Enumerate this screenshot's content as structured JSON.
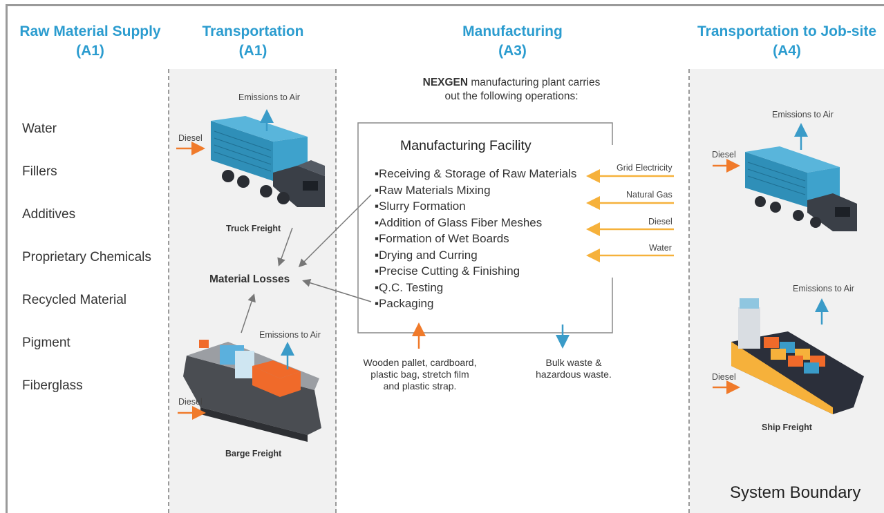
{
  "headers": {
    "a1_supply": [
      "Raw Material Supply",
      "(A1)"
    ],
    "a1_transport": [
      "Transportation",
      "(A1)"
    ],
    "a3": [
      "Manufacturing",
      "(A3)"
    ],
    "a4": [
      "Transportation to Job-site",
      "(A4)"
    ]
  },
  "raw_materials": [
    "Water",
    "Fillers",
    "Additives",
    "Proprietary Chemicals",
    "Recycled Material",
    "Pigment",
    "Fiberglass"
  ],
  "transport_a1": {
    "truck_emissions": "Emissions to Air",
    "truck_diesel": "Diesel",
    "truck_caption": "Truck Freight",
    "material_losses": "Material Losses",
    "barge_emissions": "Emissions to Air",
    "barge_diesel": "Diesel",
    "barge_caption": "Barge Freight"
  },
  "manufacturing": {
    "intro_brand": "NEXGEN",
    "intro_rest": " manufacturing plant carries",
    "intro_line2": "out the following operations:",
    "facility_title": "Manufacturing Facility",
    "operations": [
      "Receiving & Storage of Raw Materials",
      "Raw Materials Mixing",
      "Slurry Formation",
      "Addition of Glass Fiber Meshes",
      "Formation of Wet Boards",
      "Drying and Curring",
      "Precise Cutting & Finishing",
      "Q.C. Testing",
      "Packaging"
    ],
    "inputs": [
      "Grid Electricity",
      "Natural Gas",
      "Diesel",
      "Water"
    ],
    "packaging_input": [
      "Wooden pallet, cardboard,",
      "plastic bag, stretch film",
      "and plastic strap."
    ],
    "waste_output": [
      "Bulk waste &",
      "hazardous waste."
    ]
  },
  "transport_a4": {
    "truck_emissions": "Emissions to Air",
    "truck_diesel": "Diesel",
    "ship_emissions": "Emissions to Air",
    "ship_diesel": "Diesel",
    "ship_caption": "Ship Freight"
  },
  "system_boundary": "System Boundary",
  "colors": {
    "header_blue": "#2b9ccf",
    "arrow_orange": "#f07a2a",
    "arrow_amber": "#f6b13b",
    "arrow_blue": "#3a9bc8"
  }
}
